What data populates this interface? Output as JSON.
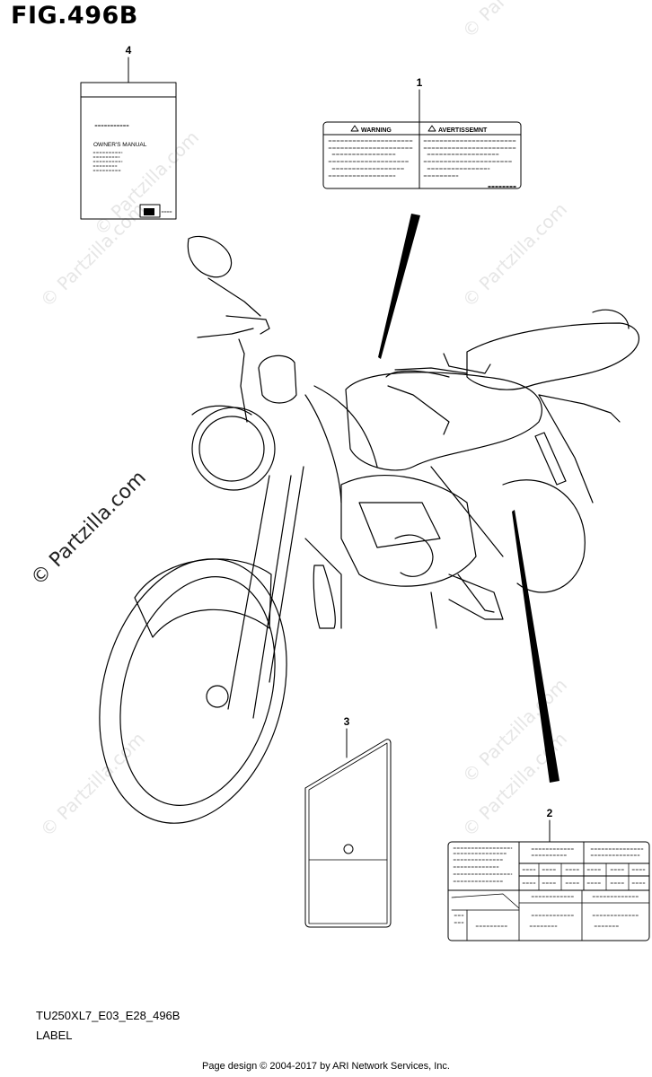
{
  "figure": {
    "title": "FIG.496B",
    "code": "TU250XL7_E03_E28_496B",
    "name": "LABEL"
  },
  "callouts": [
    "1",
    "2",
    "3",
    "4"
  ],
  "label_1": {
    "warning": "WARNING",
    "avertissement": "AVERTISSEMNT"
  },
  "label_4": {
    "manual": "OWNER'S MANUAL"
  },
  "watermarks": {
    "text": "© Partzilla.com"
  },
  "copyright": "Page design © 2004-2017 by ARI Network Services, Inc."
}
